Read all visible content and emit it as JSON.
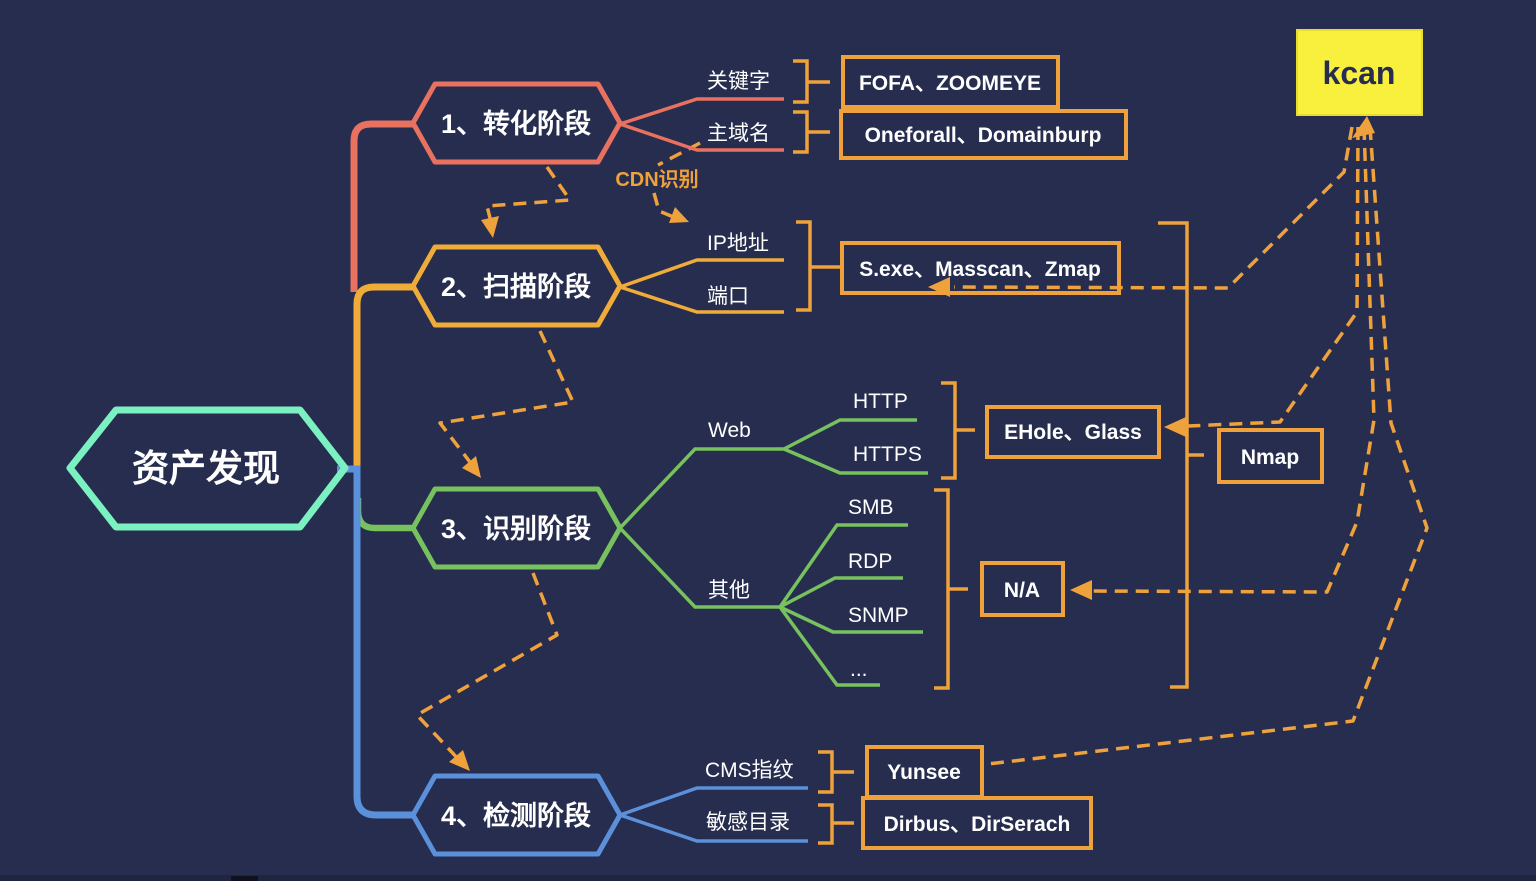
{
  "root": {
    "label": "资产发现"
  },
  "stages": [
    {
      "label": "1、转化阶段",
      "color": "#e8715f"
    },
    {
      "label": "2、扫描阶段",
      "color": "#f0ac38"
    },
    {
      "label": "3、识别阶段",
      "color": "#77c25e"
    },
    {
      "label": "4、检测阶段",
      "color": "#5b90da"
    }
  ],
  "branches": {
    "keyword": "关键字",
    "domain": "主域名",
    "ip": "IP地址",
    "port": "端口",
    "web": "Web",
    "http": "HTTP",
    "https": "HTTPS",
    "other": "其他",
    "smb": "SMB",
    "rdp": "RDP",
    "snmp": "SNMP",
    "ellipsis": "...",
    "cms": "CMS指纹",
    "sensitive_dir": "敏感目录"
  },
  "tools": {
    "search_engines": "FOFA、ZOOMEYE",
    "subdomain": "Oneforall、Domainburp",
    "scanners": "S.exe、Masscan、Zmap",
    "fingerprint": "EHole、Glass",
    "nmap": "Nmap",
    "na": "N/A",
    "cms_check": "Yunsee",
    "dir_brute": "Dirbus、DirSerach"
  },
  "annotations": {
    "cdn_label": "CDN识别",
    "kcan_label": "kcan"
  },
  "colors": {
    "background": "#272d4f",
    "root_border": "#7bf0c0",
    "stage1": "#e8715f",
    "stage2": "#f0ac38",
    "stage3": "#77c25e",
    "stage4": "#5b90da",
    "accent_orange": "#efa13b",
    "kcan_fill": "#f9ef3d",
    "text": "#ffffff"
  }
}
